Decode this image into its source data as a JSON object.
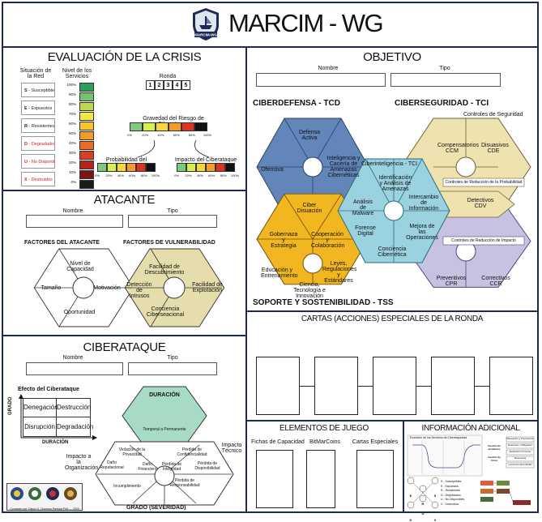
{
  "header": {
    "title": "MARCIM - WG",
    "logo_text": "MARCIM-WG"
  },
  "evaluacion": {
    "title": "EVALUACIÓN DE LA CRISIS",
    "situacion_label": "Situación de la Red",
    "nivel_label": "Nivel de los Servicios",
    "ronda_label": "Ronda",
    "rondas": [
      "1",
      "2",
      "3",
      "4",
      "5"
    ],
    "situaciones": [
      {
        "code": "S",
        "text": "Susceptibles",
        "color": "#222222"
      },
      {
        "code": "E",
        "text": "Expuestos",
        "color": "#222222"
      },
      {
        "code": "R",
        "text": "Resistentes",
        "color": "#222222"
      },
      {
        "code": "D",
        "text": "Degradados",
        "color": "#d0202a"
      },
      {
        "code": "U",
        "text": "No Disponibles",
        "color": "#d0202a"
      },
      {
        "code": "X",
        "text": "Destruidos",
        "color": "#d0202a"
      }
    ],
    "nivel_pcts": [
      "100%",
      "90%",
      "80%",
      "70%",
      "60%",
      "50%",
      "40%",
      "30%",
      "20%",
      "10%",
      "0%"
    ],
    "nivel_colors": [
      "#2e9e5b",
      "#74c26e",
      "#bcd94b",
      "#f2e93a",
      "#f5c431",
      "#f39a2b",
      "#ef6b23",
      "#e03b24",
      "#b7221f",
      "#7a1515",
      "#1a1a1a"
    ],
    "gravedad_label": "Gravedad del Riesgo de Ciberataque",
    "probabilidad_label": "Probabilidad del Ciberataque",
    "impacto_label": "Impacto del Ciberataque",
    "scale_ticks": [
      "0%",
      "20%",
      "40%",
      "60%",
      "80%",
      "100%"
    ],
    "scale_colors": [
      "#7fc97f",
      "#d9ef4b",
      "#f7d83a",
      "#f59a2b",
      "#e0321f",
      "#111111"
    ]
  },
  "atacante": {
    "title": "ATACANTE",
    "nombre_label": "Nombre",
    "tipo_label": "Tipo",
    "factores_atacante_label": "FACTORES DEL ATACANTE",
    "factores_vuln_label": "FACTORES DE VULNERABILIDAD",
    "atacante_items": [
      "Nivel de Capacidad",
      "Motivación",
      "Oportunidad",
      "Tamaño"
    ],
    "vuln_items": [
      "Facilidad de Descubrimiento",
      "Facilidad de Explotación",
      "Conciencia Ciberseacional",
      "Detección de Intrusos"
    ]
  },
  "ciberataque": {
    "title": "CIBERATAQUE",
    "nombre_label": "Nombre",
    "tipo_label": "Tipo",
    "efecto_label": "Efecto del Ciberataque",
    "grado_label": "GRADO",
    "duracion_axis_label": "DURACIÓN",
    "cells": [
      "Denegación",
      "Destrucción",
      "Disrupción",
      "Degradación"
    ],
    "duracion_title": "DURACIÓN",
    "duracion_sub": "Temporal a Permanente",
    "impacto_org": "Impacto a la Organización",
    "impacto_tec": "Impacto Técnico",
    "grado_severidad": "GRADO (SEVERIDAD)",
    "org_items": [
      "Violación de la Privacidad",
      "Daño Reputacional",
      "Daño Financiero",
      "Incumplimiento"
    ],
    "tec_items": [
      "Pérdida de Confidencialidad",
      "Pérdida de Integridad",
      "Pérdida de Disponibilidad",
      "Pérdida de Responsabilidad"
    ],
    "footer_text": "Concepto por: Diego G. Cisneros Pantoja PhD — 2020"
  },
  "objetivo": {
    "title": "OBJETIVO",
    "nombre_label": "Nombre",
    "tipo_label": "Tipo",
    "ciberdefensa_label": "CIBERDEFENSA - TCD",
    "ciberseguridad_label": "CIBERSEGURIDAD - TCI",
    "soporte_label": "SOPORTE Y SOSTENIBILIDAD - TSS",
    "controles_label": "Controles de Seguridad",
    "ciberinteligencia_label": "Ciberinteligencia - TCI",
    "blue_items": [
      "Defensa Activa",
      "Inteligencia y Cacería de Amenazas Cibernéticas",
      "Ciber Disuación",
      "Ofensiva"
    ],
    "teal_items": [
      "Identificación y Análisis de Amenazas",
      "Intercambio de Información",
      "Mejora de las Operaciones",
      "Conciencia Cibernética",
      "Forense Digital",
      "Análisis de Malware"
    ],
    "yellow_items": [
      "Gobernaza y Estrategia",
      "Cooperación y Colaboración",
      "Leyes, Regulaciones y Estándares",
      "Ciencia, Tecnología e Innovación",
      "Educación y Entrenamiento"
    ],
    "beige_items": [
      "Compensatorios CCM",
      "Disuasivos CDE"
    ],
    "prob_reduction": "Controles de Reducción de la Probabilidad",
    "detectivos": "Detectivos CDV",
    "impact_reduction": "Controles de Reducción de Impacto",
    "purple_items": [
      "Preventivos CPR",
      "Correctivos CCR"
    ]
  },
  "cartas": {
    "title": "CARTAS (ACCIONES) ESPECIALES DE LA RONDA"
  },
  "elementos": {
    "title": "ELEMENTOS DE JUEGO",
    "items": [
      "Fichas de Capacidad",
      "BitMarCoins",
      "Cartas Especiales"
    ]
  },
  "info": {
    "title": "INFORMACIÓN ADICIONAL",
    "chart_title": "Evolución de los Servicios de Ciberseguridad",
    "right_items": [
      "Planeación y Preparación",
      "Detección y Mitigación",
      "Evaluación Forense",
      "Respuesta",
      "Lecciones Aprendidas"
    ],
    "legend": [
      "S - Susceptibles",
      "E - Expuestos",
      "R - Resistentes",
      "D - Degradados",
      "U - No Disponibles",
      "X - Destruidos"
    ],
    "side_labels": [
      "Gestión de Incidentes",
      "Gestión de Crisis"
    ],
    "letters": [
      "E",
      "S",
      "R",
      "U",
      "D",
      "X"
    ]
  }
}
